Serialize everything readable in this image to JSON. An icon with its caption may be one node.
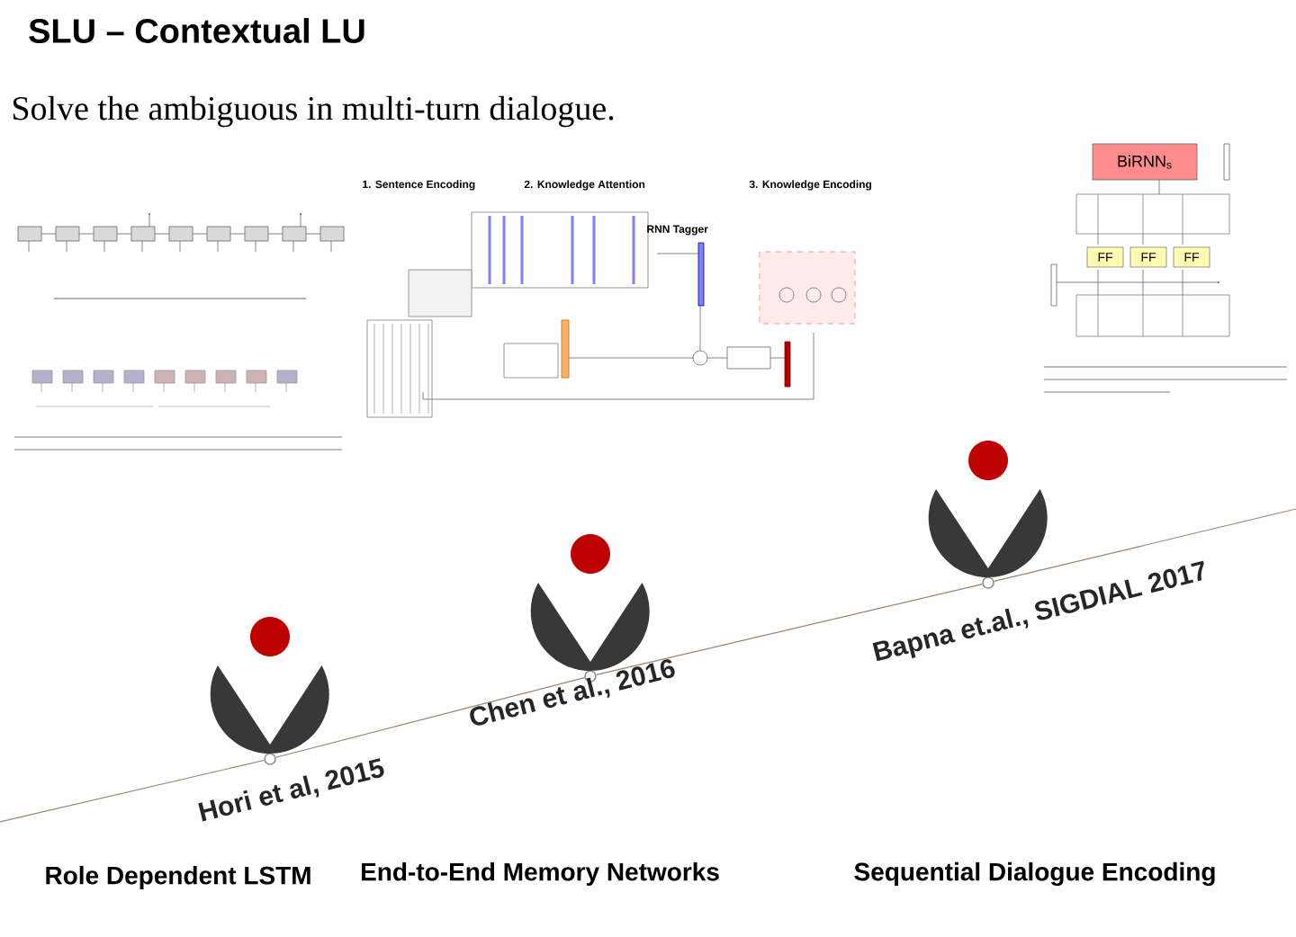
{
  "diagram": {
    "title": "SLU – Contextual LU",
    "nodes": [
      {
        "text": [],
        "shape": "circle",
        "beside": [
          "Hori et al, 2015"
        ]
      },
      {
        "text": [],
        "shape": "circle",
        "beside": [
          "Chen et al., 2016"
        ]
      },
      {
        "text": [],
        "shape": "circle",
        "beside": [
          "Bapna et.al., SIGDIAL 2017"
        ]
      }
    ],
    "edges": [
      {
        "from": null,
        "to": 0,
        "arrow": "none"
      },
      {
        "from": 0,
        "to": 1,
        "arrow": "none"
      },
      {
        "from": 1,
        "to": 2,
        "arrow": "none"
      },
      {
        "from": 2,
        "to": null,
        "arrow": "none"
      }
    ],
    "labels": [
      "Solve the ambiguous in multi-turn dialogue.",
      "1. Sentence Encoding",
      "2. Knowledge Attention",
      "3. Knowledge Encoding",
      "BiRNN$_{s}$",
      "RNN Tagger",
      "FF",
      "FF",
      "FF",
      "Role Dependent LSTM",
      "End-to-End Memory Networks",
      "Sequential Dialogue Encoding"
    ]
  }
}
